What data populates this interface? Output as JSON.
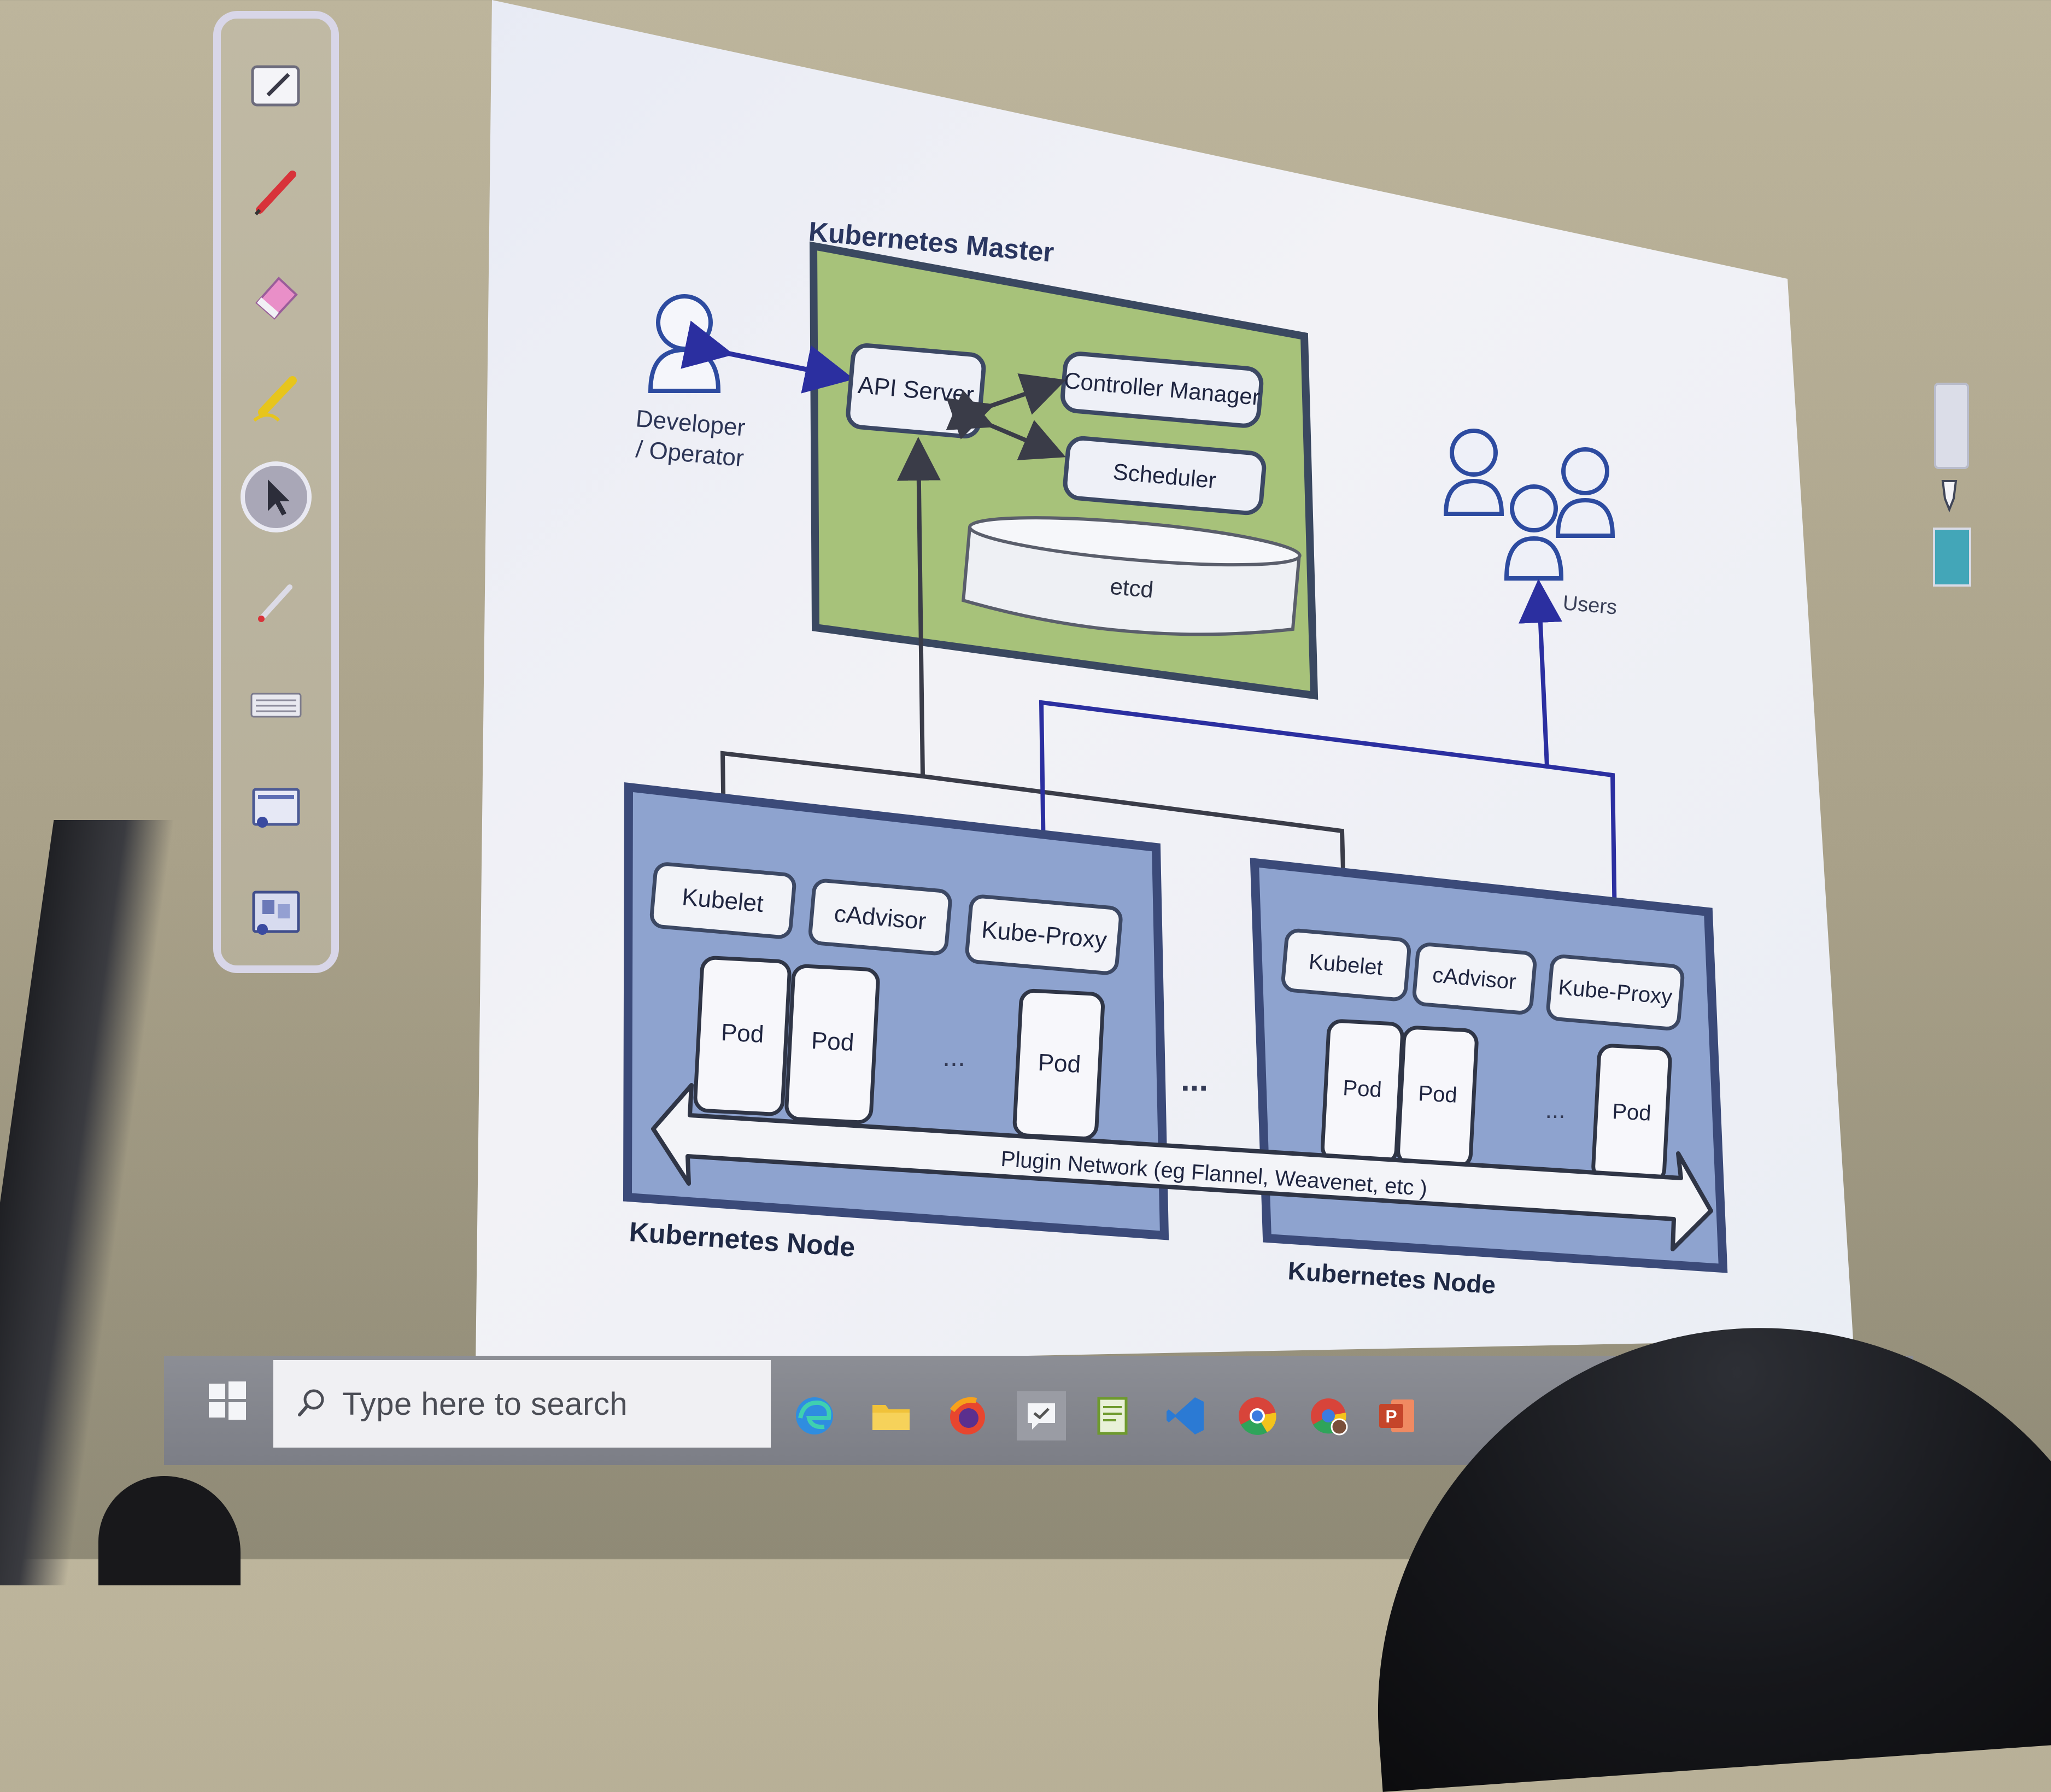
{
  "diagram": {
    "master_title": "Kubernetes Master",
    "developer_label_line1": "Developer",
    "developer_label_line2": "/ Operator",
    "api_server": "API Server",
    "controller_manager": "Controller Manager",
    "scheduler": "Scheduler",
    "etcd": "etcd",
    "users_label": "Users",
    "node1": {
      "title": "Kubernetes Node",
      "kubelet": "Kubelet",
      "cadvisor": "cAdvisor",
      "kube_proxy": "Kube-Proxy",
      "pods": [
        "Pod",
        "Pod",
        "Pod"
      ],
      "ellipsis": "..."
    },
    "node2": {
      "title": "Kubernetes Node",
      "kubelet": "Kubelet",
      "cadvisor": "cAdvisor",
      "kube_proxy": "Kube-Proxy",
      "pods": [
        "Pod",
        "Pod",
        "Pod"
      ],
      "ellipsis": "..."
    },
    "between_nodes_ellipsis": "...",
    "plugin_network": "Plugin Network (eg Flannel, Weavenet, etc )"
  },
  "colors": {
    "master_fill": "#a7c27a",
    "master_border": "#3a4860",
    "node_fill": "#8ea3cf",
    "node_border": "#3b4a79",
    "arrow": "#2b2fa0",
    "connector": "#3a3c48"
  },
  "toolbar": {
    "tools": [
      "whiteboard-icon",
      "red-pen-icon",
      "eraser-icon",
      "highlighter-icon",
      "select-pointer-icon",
      "laser-pen-icon",
      "keyboard-icon",
      "screen-capture-icon",
      "presentation-icon"
    ]
  },
  "taskbar": {
    "search_placeholder": "Type here to search",
    "apps": [
      "edge-icon",
      "file-explorer-icon",
      "firefox-icon",
      "feedback-icon",
      "notepad-icon",
      "vscode-icon",
      "chrome-icon",
      "chrome-profile-icon",
      "powerpoint-icon"
    ]
  }
}
